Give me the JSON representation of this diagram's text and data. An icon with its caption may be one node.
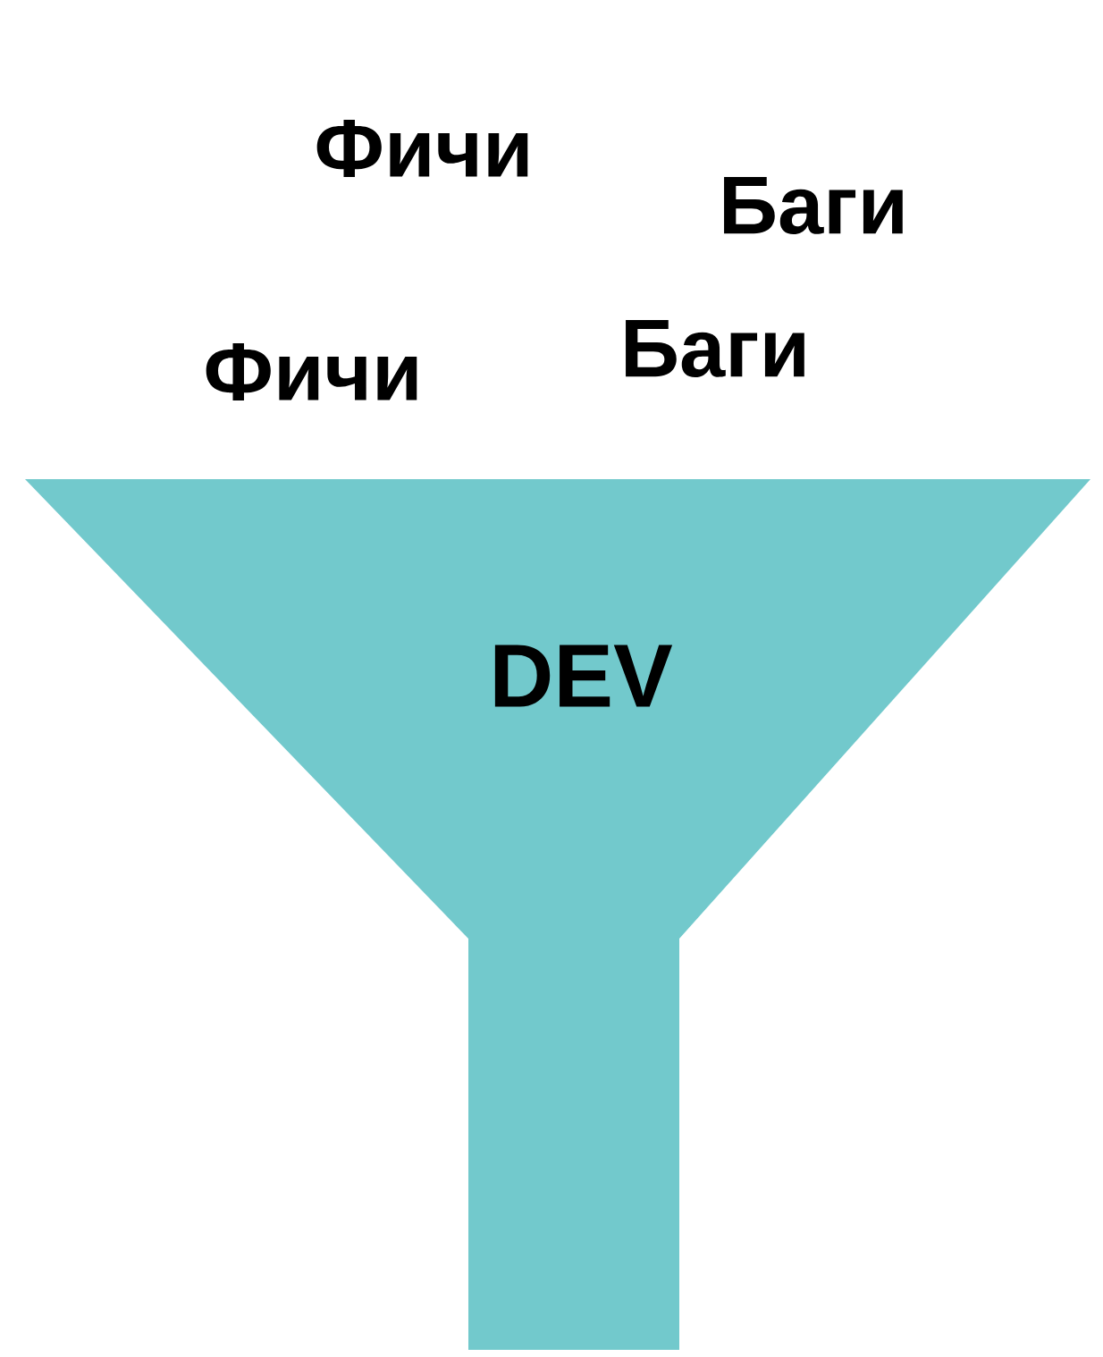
{
  "diagram": {
    "nodes": [
      {
        "text": [
          "DEV"
        ]
      }
    ],
    "labels": [
      "Фичи",
      "Баги",
      "Фичи",
      "Баги"
    ]
  }
}
